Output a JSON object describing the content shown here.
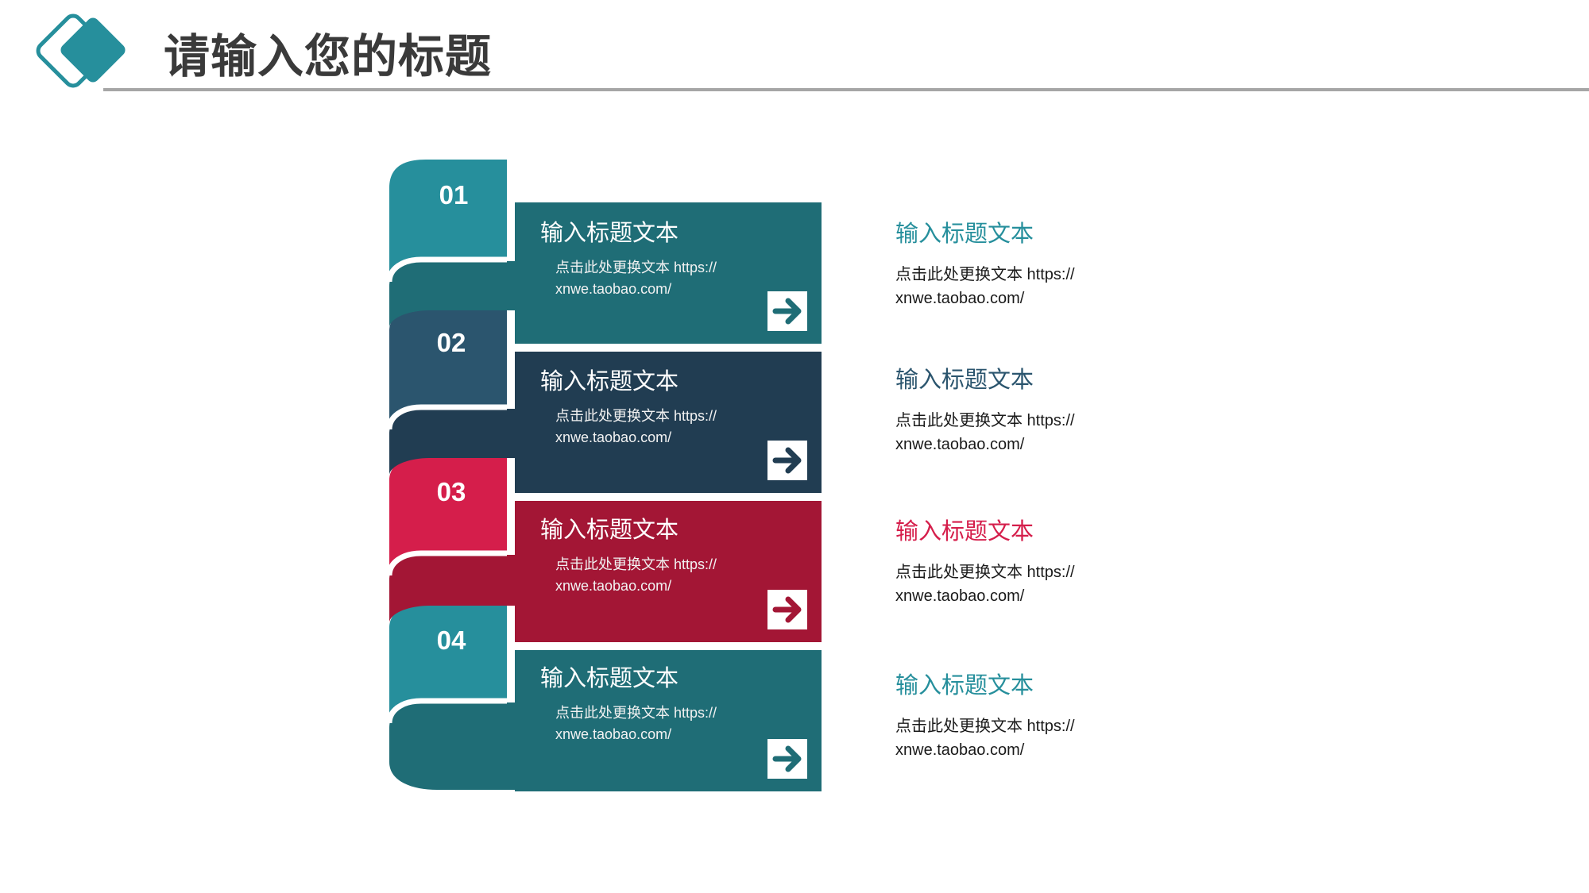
{
  "page": {
    "title": "请输入您的标题"
  },
  "colors": {
    "teal_light": "#268f9c",
    "teal_dark": "#1f6d76",
    "navy_light": "#2b556e",
    "navy_dark": "#213d52",
    "crimson_light": "#d51e4b",
    "crimson_dark": "#a31635",
    "header_rule": "#a6a6a6"
  },
  "steps": [
    {
      "number": "01",
      "card_title": "输入标题文本",
      "card_body": "点击此处更换文本 https:// xnwe.taobao.com/",
      "side_title": "输入标题文本",
      "side_body": "点击此处更换文本 https:// xnwe.taobao.com/",
      "arrow_icon": "arrow-right-icon"
    },
    {
      "number": "02",
      "card_title": "输入标题文本",
      "card_body": "点击此处更换文本 https:// xnwe.taobao.com/",
      "side_title": "输入标题文本",
      "side_body": "点击此处更换文本 https:// xnwe.taobao.com/",
      "arrow_icon": "arrow-right-icon"
    },
    {
      "number": "03",
      "card_title": "输入标题文本",
      "card_body": "点击此处更换文本 https:// xnwe.taobao.com/",
      "side_title": "输入标题文本",
      "side_body": "点击此处更换文本 https:// xnwe.taobao.com/",
      "arrow_icon": "arrow-right-icon"
    },
    {
      "number": "04",
      "card_title": "输入标题文本",
      "card_body": "点击此处更换文本 https:// xnwe.taobao.com/",
      "side_title": "输入标题文本",
      "side_body": "点击此处更换文本 https:// xnwe.taobao.com/",
      "arrow_icon": "arrow-right-icon"
    }
  ]
}
